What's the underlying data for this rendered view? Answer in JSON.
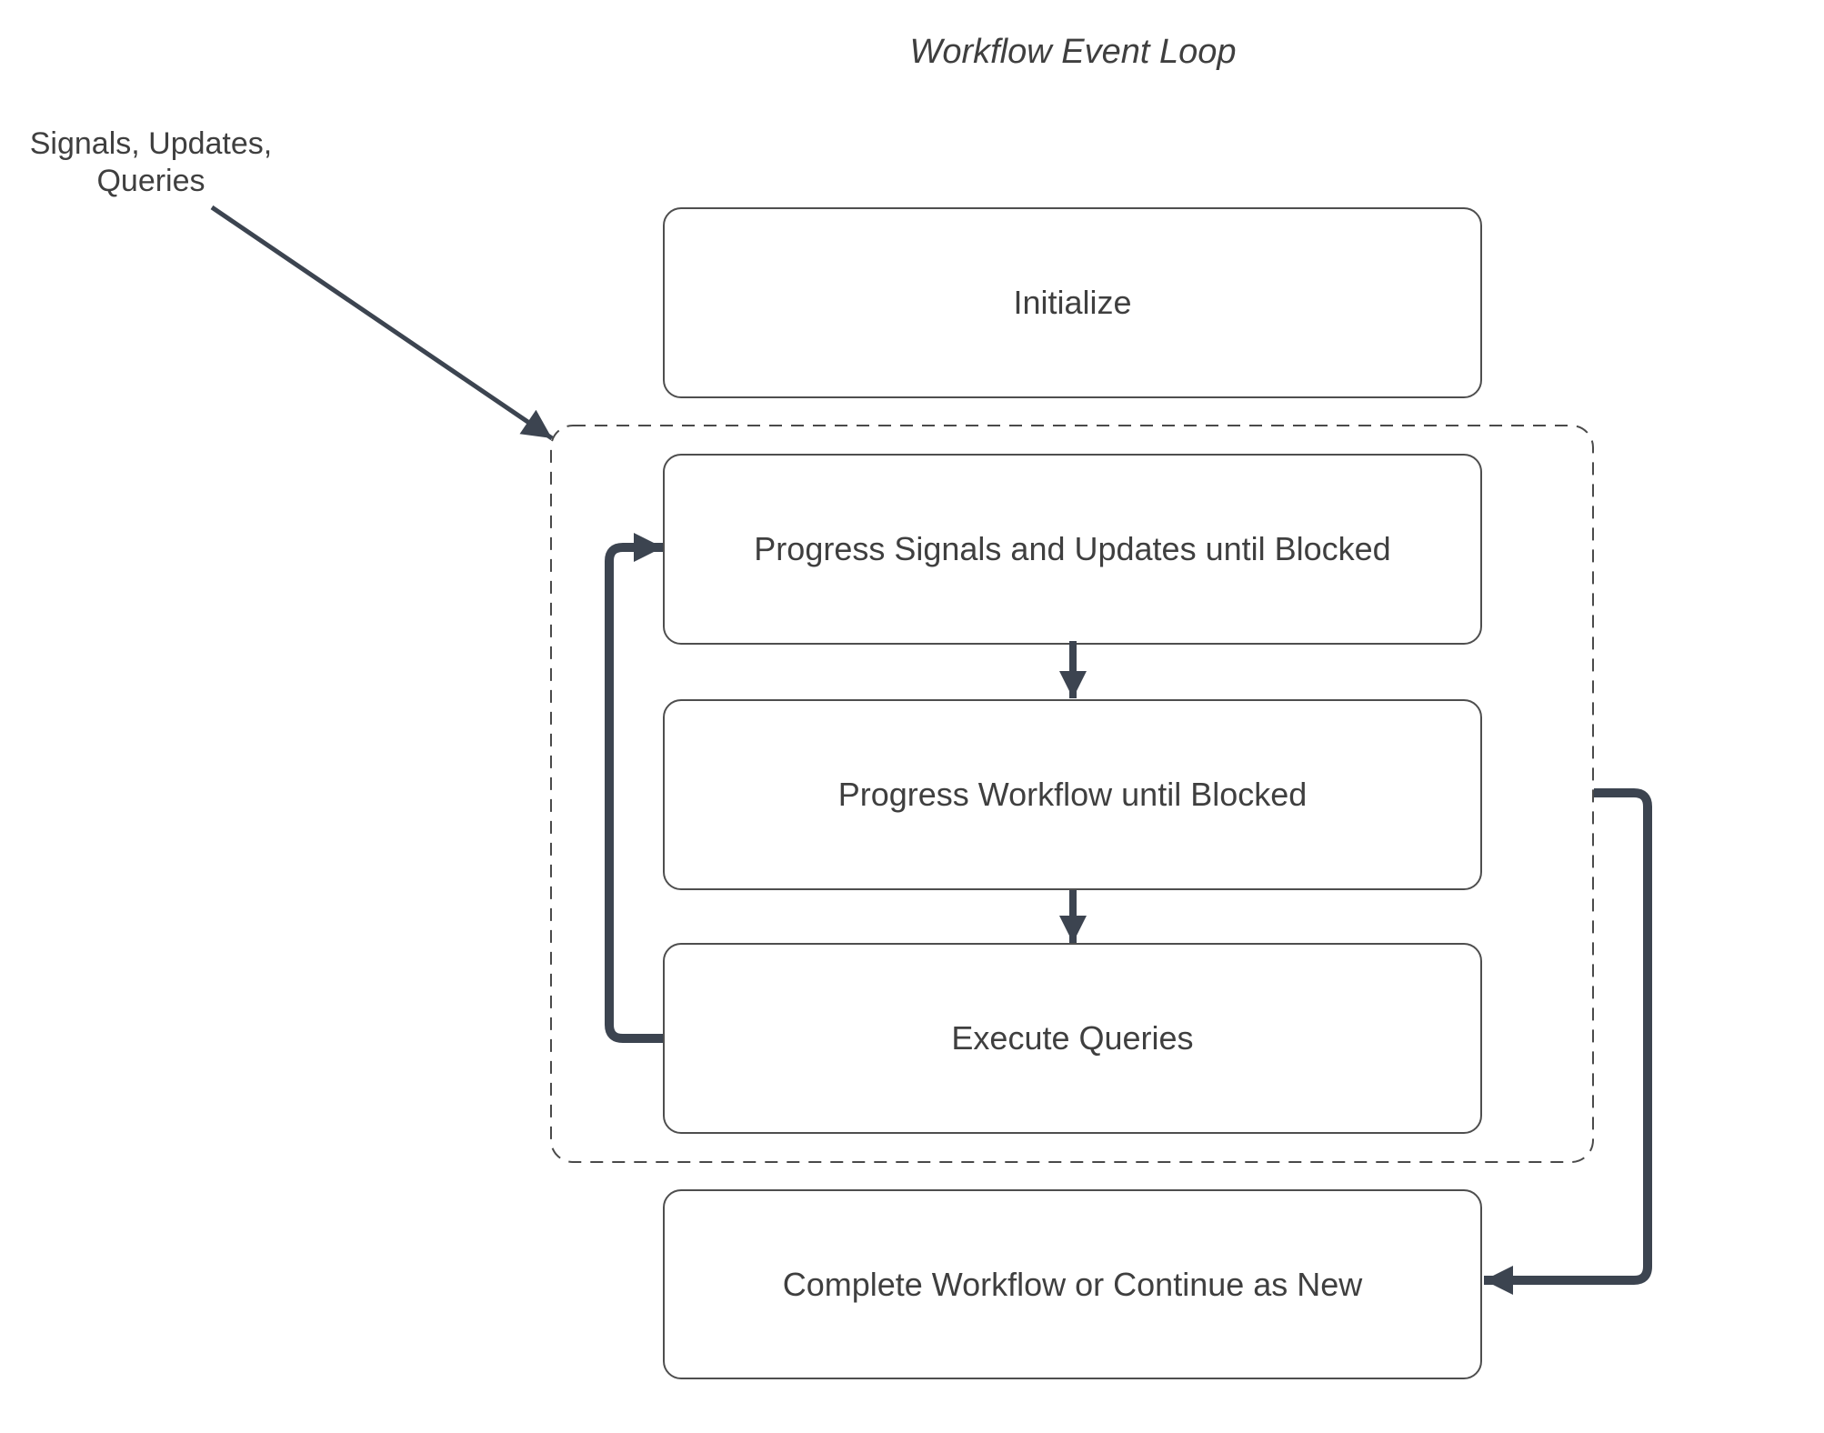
{
  "title": "Workflow Event Loop",
  "external_label": {
    "line1": "Signals, Updates,",
    "line2": "Queries"
  },
  "boxes": {
    "initialize": {
      "label": "Initialize"
    },
    "progress_signals": {
      "label": "Progress Signals and Updates until Blocked"
    },
    "progress_workflow": {
      "label": "Progress Workflow until Blocked"
    },
    "execute_queries": {
      "label": "Execute Queries"
    },
    "complete": {
      "label": "Complete Workflow or Continue as New"
    }
  },
  "colors": {
    "text": "#3f3f3f",
    "border": "#4e4e4e",
    "dash": "#4a4a4a",
    "line": "#3c4450"
  }
}
